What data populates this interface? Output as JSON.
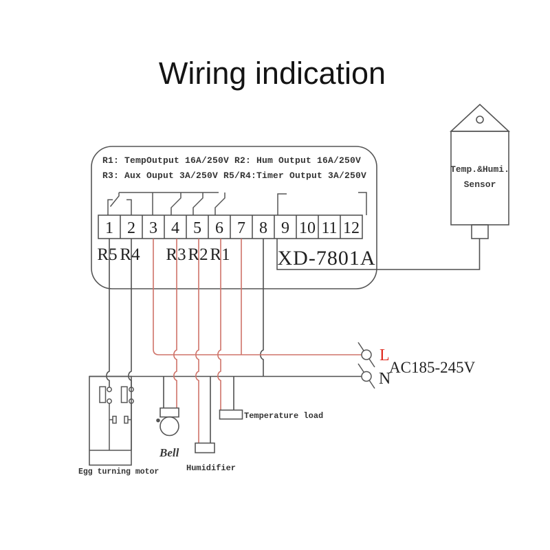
{
  "title": "Wiring indication",
  "controller": {
    "model": "XD-7801A",
    "spec_line1": "R1: TempOutput 16A/250V R2: Hum Output 16A/250V",
    "spec_line2": "R3: Aux Ouput 3A/250V  R5/R4:Timer Output 3A/250V",
    "terminals": [
      "1",
      "2",
      "3",
      "4",
      "5",
      "6",
      "7",
      "8",
      "9",
      "10",
      "11",
      "12"
    ],
    "relay_labels": [
      "R5",
      "R4",
      "R3",
      "R2",
      "R1"
    ]
  },
  "sensor": {
    "name_line1": "Temp.&Humi.",
    "name_line2": "Sensor"
  },
  "power": {
    "live_label": "L",
    "neutral_label": "N",
    "voltage": "AC185-245V"
  },
  "loads": {
    "egg_motor": "Egg turning motor",
    "bell": "Bell",
    "humidifier": "Humidifier",
    "temperature_load": "Temperature load"
  },
  "wiring": {
    "live_wire_terminals": [
      "3",
      "4",
      "5",
      "6",
      "7"
    ],
    "neutral_wire_terminals": [
      "1",
      "2",
      "8"
    ],
    "sensor_terminal_span": "9-12"
  },
  "colors": {
    "wire_black": "#4f4f4f",
    "wire_red": "#cf7268",
    "label_red": "#df2b1f"
  }
}
